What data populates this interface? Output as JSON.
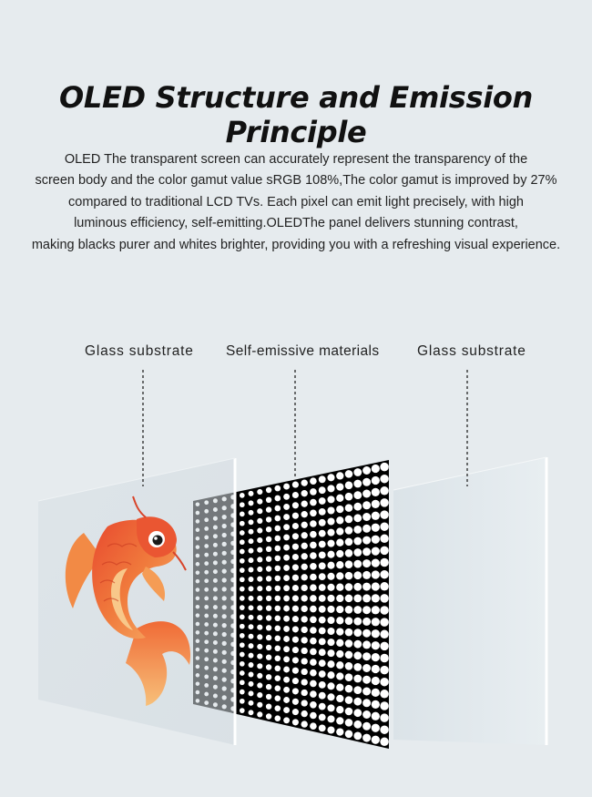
{
  "title": "OLED Structure and Emission Principle",
  "description": [
    "OLED The transparent screen can accurately represent the transparency of the",
    "screen body and the color gamut value sRGB 108%,The color gamut is improved by 27%",
    "compared to traditional LCD TVs. Each pixel can emit light precisely, with high",
    "luminous efficiency, self-emitting.OLEDThe panel delivers stunning contrast,",
    "making blacks purer and whites brighter, providing you with a refreshing visual experience."
  ],
  "labels": {
    "glass_left": "Glass substrate",
    "emissive": "Self-emissive materials",
    "glass_right": "Glass substrate"
  },
  "illustration": "koi-fish",
  "colors": {
    "background": "#e6ebee",
    "fish_orange": "#f08a4b",
    "fish_red": "#e0452e",
    "pixel_matrix": "#000000"
  }
}
